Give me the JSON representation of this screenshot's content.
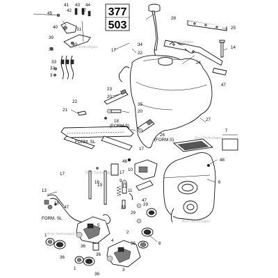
{
  "diagram": {
    "page_numbers": [
      "377",
      "503"
    ],
    "formula_labels": {
      "form_s_upper": "(FORM.S)",
      "form_s_lower": "(FORM.S)",
      "form_sl_mid": "FORM. SL",
      "form_sl_left": "FORM. SL"
    },
    "watermark_text": "Bost Technologies",
    "callouts": {
      "n45": "45",
      "n41": "41",
      "n42": "42",
      "n43": "43",
      "n37": "37",
      "n44": "44",
      "n31": "31",
      "n40": "40",
      "n39": "39",
      "n38": "38",
      "n30": "30",
      "n33": "33",
      "n32": "32",
      "n3a": "3",
      "n28": "28",
      "n25": "25",
      "n34": "34",
      "n17a": "17",
      "n22a": "22",
      "n24": "24",
      "n14": "14",
      "n47a": "47",
      "n23": "23",
      "n20a": "20",
      "n22b": "22",
      "n21": "21",
      "n35": "35",
      "n20b": "20",
      "n18": "18",
      "n27": "27",
      "n26": "26",
      "n7": "7",
      "n17b": "17",
      "n48": "48",
      "n46": "46",
      "n17c": "17",
      "n10": "10",
      "n12": "12",
      "n19": "19",
      "n11": "11",
      "n6": "6",
      "n13": "13",
      "n47b": "47",
      "n15": "15",
      "n16": "16",
      "n29a": "29",
      "n29b": "29",
      "n5": "5",
      "n2": "2",
      "n8": "8",
      "n4": "4",
      "n36a": "36",
      "n1a": "1",
      "n36b": "36",
      "n3b": "3",
      "n1b": "1",
      "n36c": "36",
      "n36d": "36",
      "n36e": "36",
      "n9": "9",
      "n20c": "20",
      "n17d": "17",
      "n47c": "47"
    }
  }
}
